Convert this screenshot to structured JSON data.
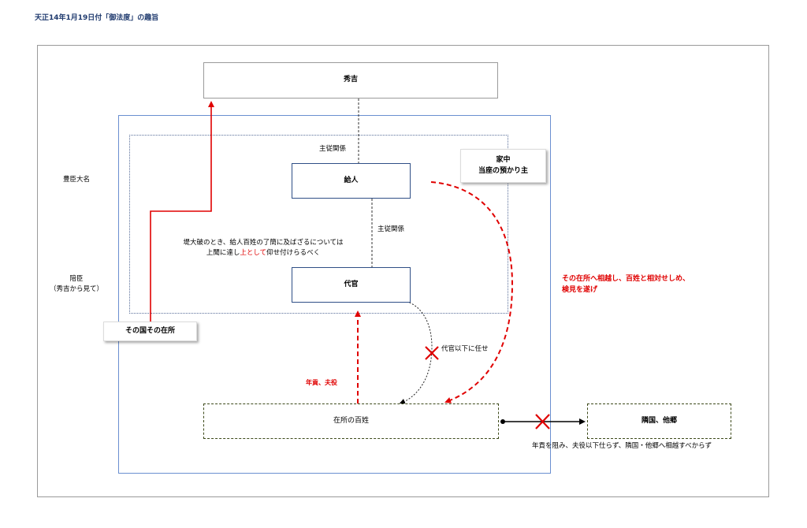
{
  "title": "天正14年1月19日付「御法度」の趣旨",
  "boxes": {
    "hideyoshi": "秀吉",
    "kyunin": "給人",
    "daikan": "代官",
    "hyakusho": "在所の百姓",
    "rinkoku": "隣国、他郷",
    "sonokuni": "その国その在所",
    "kachu_line1": "家中",
    "kachu_line2": "当座の預かり主"
  },
  "labels": {
    "toyotomi_daimyo": "豊臣大名",
    "baishin_line1": "陪臣",
    "baishin_line2": "（秀吉から見て）",
    "shujuu1": "主従関係",
    "shujuu2": "主従関係",
    "tsutsumi_line1": "堤大破のとき、給人百姓の了簡に及ばざるについては",
    "tsutsumi_line2_pre": "上聞に達し",
    "tsutsumi_line2_red": "上として",
    "tsutsumi_line2_post": "仰せ付けらるべく",
    "daikan_ika": "代官以下に任せ",
    "nengu_fueki": "年貢、夫役",
    "sonozaisho_line1": "その在所へ相越し、百姓と相対せしめ、",
    "sonozaisho_line2": "検見を遂げ",
    "nengu_sogai": "年貢を阻み、夫役以下仕らず、隣国・他郷へ相越すべからず"
  },
  "colors": {
    "red": "#e00000",
    "navy": "#2f4f86",
    "blue_frame": "#6a8fd0"
  }
}
